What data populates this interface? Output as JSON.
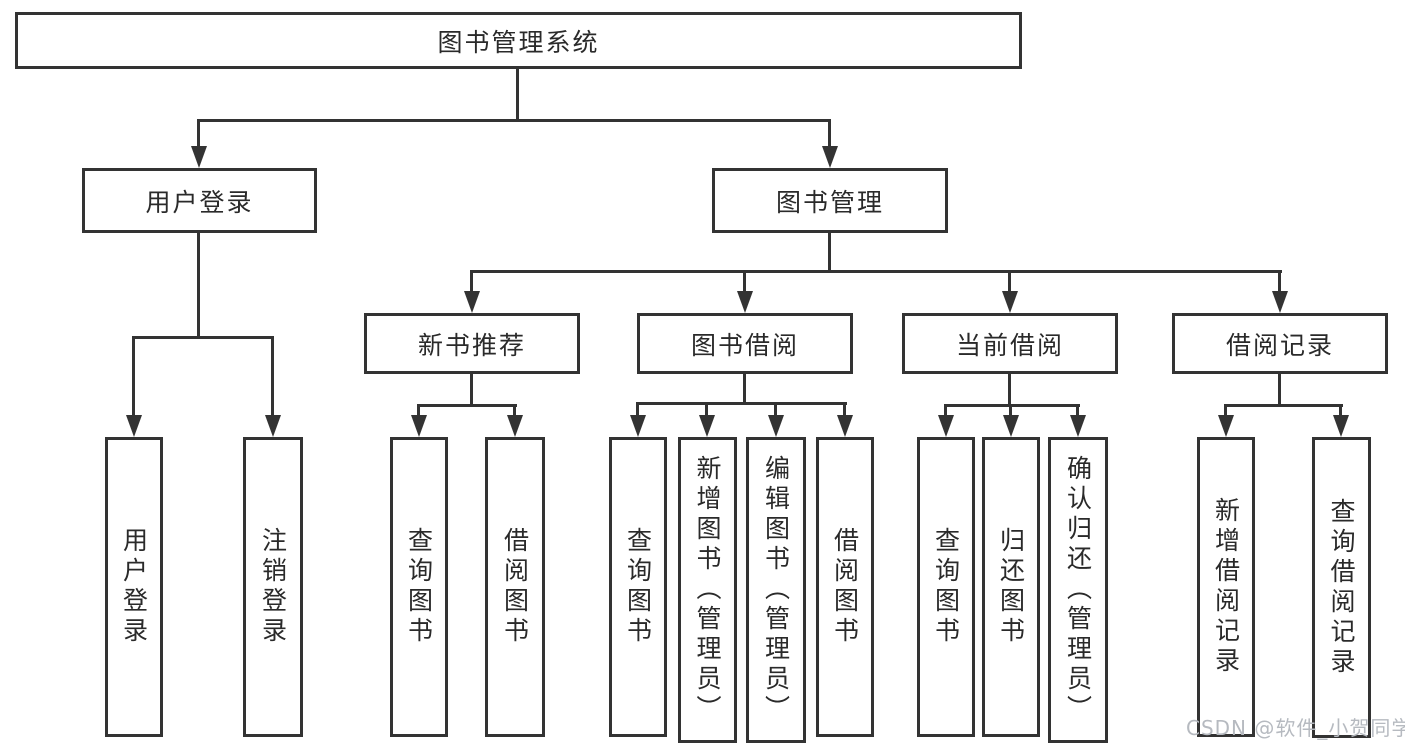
{
  "diagram": {
    "root": {
      "label": "图书管理系统"
    },
    "children": [
      {
        "label": "用户登录",
        "children": [
          {
            "label": "用户登录"
          },
          {
            "label": "注销登录"
          }
        ]
      },
      {
        "label": "图书管理",
        "children": [
          {
            "label": "新书推荐",
            "children": [
              {
                "label": "查询图书"
              },
              {
                "label": "借阅图书"
              }
            ]
          },
          {
            "label": "图书借阅",
            "children": [
              {
                "label": "查询图书"
              },
              {
                "label": "新增图书（管理员）"
              },
              {
                "label": "编辑图书（管理员）"
              },
              {
                "label": "借阅图书"
              }
            ]
          },
          {
            "label": "当前借阅",
            "children": [
              {
                "label": "查询图书"
              },
              {
                "label": "归还图书"
              },
              {
                "label": "确认归还（管理员）"
              }
            ]
          },
          {
            "label": "借阅记录",
            "children": [
              {
                "label": "新增借阅记录"
              },
              {
                "label": "查询借阅记录"
              }
            ]
          }
        ]
      }
    ]
  },
  "watermark": {
    "text": "CSDN @软件_小贺同学"
  },
  "colors": {
    "line": "#333333",
    "background": "#ffffff",
    "watermark": "#b6bac0"
  }
}
